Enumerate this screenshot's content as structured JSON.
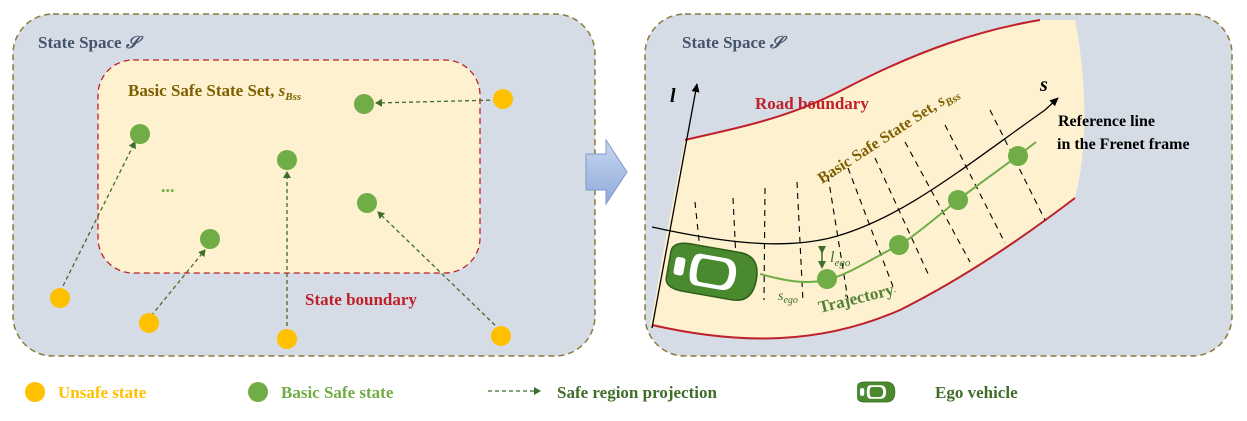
{
  "left_panel": {
    "title_prefix": "State Space ",
    "title_symbol": "𝒮",
    "set_label": "Basic Safe State Set, ",
    "set_symbol": "s",
    "set_subscript": "Bss",
    "ellipsis": "...",
    "boundary_label": "State boundary"
  },
  "right_panel": {
    "title_prefix": "State Space ",
    "title_symbol": "𝒮",
    "road_boundary_label": "Road boundary",
    "set_label": "Basic Safe State Set, ",
    "set_symbol": "s",
    "set_subscript": "Bss",
    "axis_l": "l",
    "axis_s": "s",
    "reference_line_1": "Reference line",
    "reference_line_2": "in the Frenet frame",
    "l_ego_symbol": "l",
    "l_ego_subscript": "ego",
    "s_ego_symbol": "s",
    "s_ego_subscript": "ego",
    "trajectory_label": "Trajectory"
  },
  "legend": {
    "unsafe": "Unsafe state",
    "safe": "Basic Safe state",
    "projection": "Safe region projection",
    "ego": "Ego vehicle"
  },
  "colors": {
    "panel_bg": "#d6dce6",
    "panel_border": "#8a7a3a",
    "safe_set_bg": "#fdf1cf",
    "boundary_red": "#c0202a",
    "unsafe_yellow": "#ffc000",
    "safe_green": "#70ad47",
    "arrow_dark_green": "#3f6d2a",
    "ego_green": "#4a8a2e",
    "title_blue": "#44546a",
    "set_label_brown": "#7f6000",
    "trajectory_green": "#548235"
  }
}
